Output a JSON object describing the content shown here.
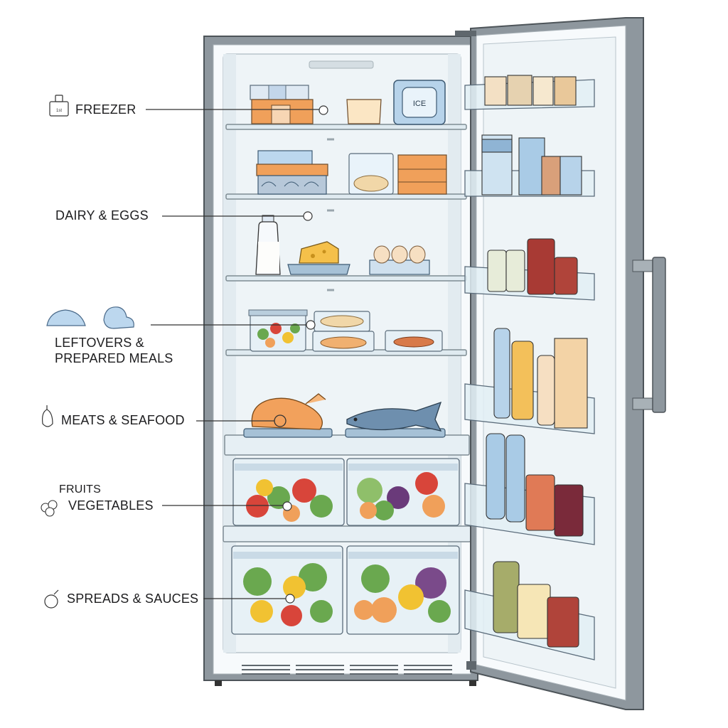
{
  "labels": {
    "freezer": "FREEZER",
    "dairy_eggs": "DAIRY & EGGS",
    "leftovers_line1": "LEFTOVERS &",
    "leftovers_line2": "PREPARED MEALS",
    "meats_seafood": "MEATS & SEAFOOD",
    "fruits": "FRUITS",
    "vegetables": "VEGETABLES",
    "spreads_sauces": "SPREADS & SAUCES"
  },
  "ice_maker_text": "ICE",
  "freezer_icon_text": "1st",
  "colors": {
    "fridge_body": "#8e979e",
    "fridge_body_dark": "#5f676d",
    "interior": "#eef4f7",
    "glass_shelf": "#dfeaf0",
    "door_bin": "#e2eef4",
    "label_text": "#1d1d1f",
    "leader_line": "#333333",
    "food_orange": "#f0a05a",
    "food_red": "#d8453a",
    "food_green": "#6aa84f",
    "food_yellow": "#f1c232"
  },
  "icons": [
    "freezer-box-icon",
    "leftovers-icon",
    "meat-icon",
    "fruit-icon",
    "sauce-jar-icon"
  ]
}
